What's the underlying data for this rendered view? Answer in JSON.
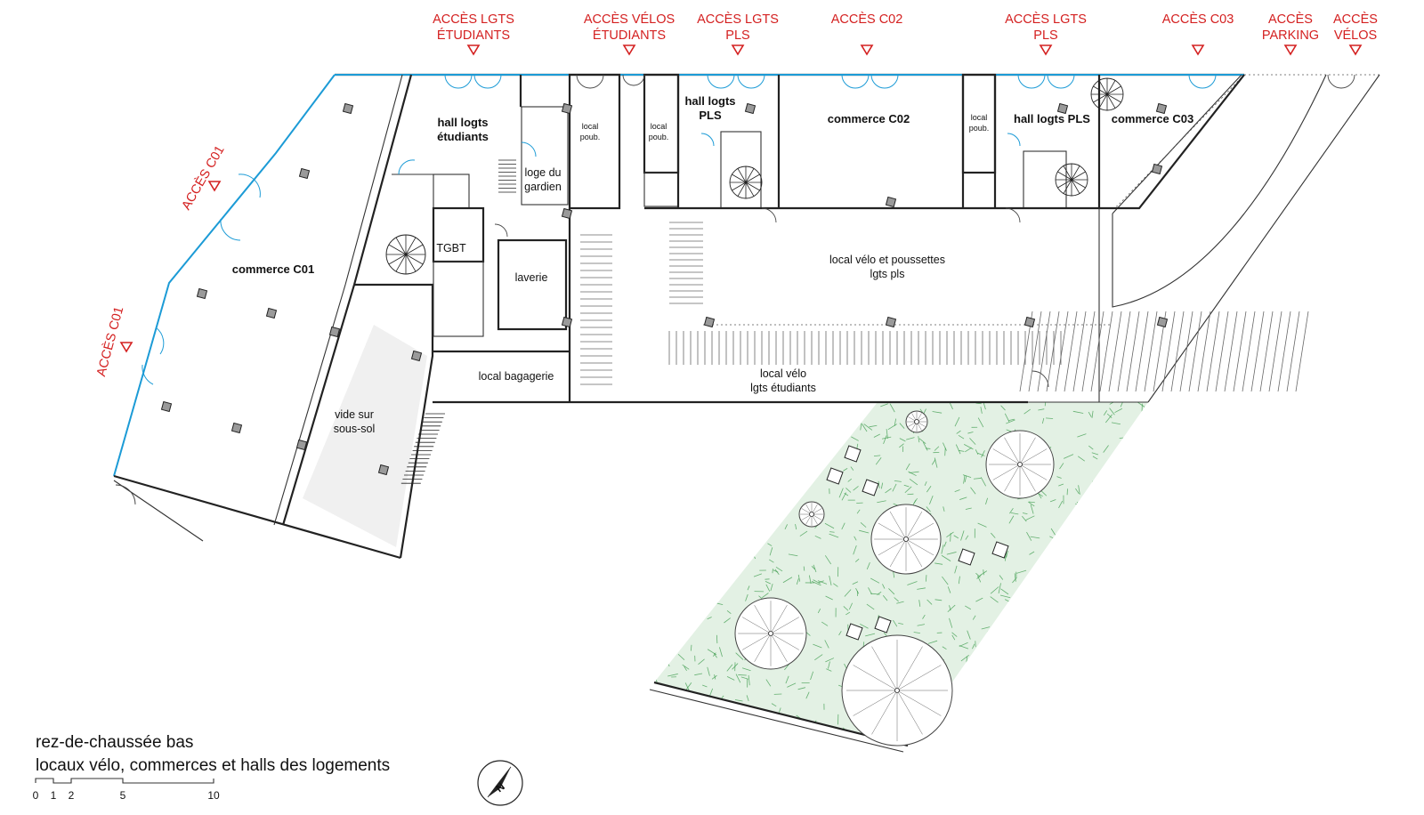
{
  "access": [
    {
      "lines": [
        "ACCÈS LGTS",
        "ÉTUDIANTS"
      ]
    },
    {
      "lines": [
        "ACCÈS VÉLOS",
        "ÉTUDIANTS"
      ]
    },
    {
      "lines": [
        "ACCÈS LGTS",
        "PLS"
      ]
    },
    {
      "lines": [
        "ACCÈS C02"
      ]
    },
    {
      "lines": [
        "ACCÈS LGTS",
        "PLS"
      ]
    },
    {
      "lines": [
        "ACCÈS C03"
      ]
    },
    {
      "lines": [
        "ACCÈS",
        "PARKING"
      ]
    },
    {
      "lines": [
        "ACCÈS",
        "VÉLOS"
      ]
    },
    {
      "lines": [
        "ACCÈS C01"
      ]
    },
    {
      "lines": [
        "ACCÈS C01"
      ]
    }
  ],
  "rooms": {
    "hall_etudiants": [
      "hall logts",
      "étudiants"
    ],
    "hall_pls_1": [
      "hall logts",
      "PLS"
    ],
    "commerce_c02": "commerce C02",
    "hall_pls_2": "hall logts PLS",
    "commerce_c03": "commerce C03",
    "commerce_c01": "commerce C01",
    "local_poub_1": [
      "local",
      "poub."
    ],
    "local_poub_2": [
      "local",
      "poub."
    ],
    "local_poub_3": [
      "local",
      "poub."
    ],
    "loge_gardien": [
      "loge du",
      "gardien"
    ],
    "tgbt": "TGBT",
    "laverie": "laverie",
    "local_velo_pls": [
      "local vélo et poussettes",
      "lgts pls"
    ],
    "local_bagagerie": "local bagagerie",
    "local_velo_etudiants": [
      "local vélo",
      "lgts étudiants"
    ],
    "vide_sous_sol": [
      "vide sur",
      "sous-sol"
    ]
  },
  "title": {
    "line1": "rez-de-chaussée bas",
    "line2": "locaux vélo, commerces et halls des logements"
  },
  "scale": {
    "labels": [
      "0",
      "1",
      "2",
      "5",
      "10"
    ]
  },
  "compass": {
    "label": "N"
  },
  "colors": {
    "access": "#d42020",
    "glazing": "#1c9bd6",
    "garden": "#3a9a4a"
  }
}
